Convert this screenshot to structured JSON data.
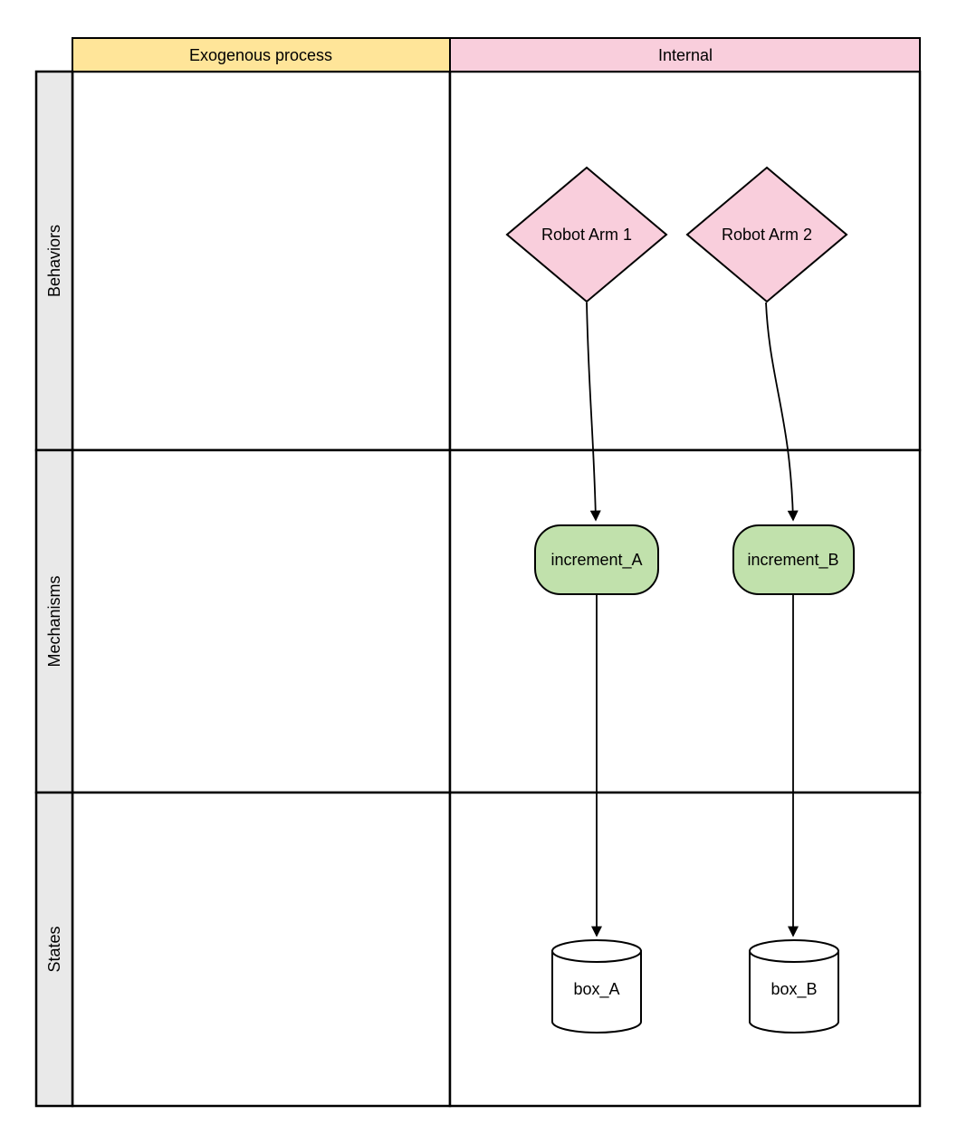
{
  "palette": {
    "header_yellow": "#FFE599",
    "pink": "#F9CEDC",
    "green": "#C1E1AC",
    "sidebar_gray": "#E9E9E9",
    "cell_white": "#FFFFFF",
    "stroke_black": "#000000"
  },
  "column_headers": [
    {
      "id": "exogenous-process",
      "label": "Exogenous process"
    },
    {
      "id": "internal",
      "label": "Internal"
    }
  ],
  "row_headers": [
    {
      "id": "behaviors",
      "label": "Behaviors"
    },
    {
      "id": "mechanisms",
      "label": "Mechanisms"
    },
    {
      "id": "states",
      "label": "States"
    }
  ],
  "nodes": {
    "robot_arm_1": {
      "label": "Robot Arm 1",
      "shape": "diamond",
      "column": "Internal",
      "row": "Behaviors"
    },
    "robot_arm_2": {
      "label": "Robot Arm 2",
      "shape": "diamond",
      "column": "Internal",
      "row": "Behaviors"
    },
    "increment_a": {
      "label": "increment_A",
      "shape": "rounded-rectangle",
      "column": "Internal",
      "row": "Mechanisms"
    },
    "increment_b": {
      "label": "increment_B",
      "shape": "rounded-rectangle",
      "column": "Internal",
      "row": "Mechanisms"
    },
    "box_a": {
      "label": "box_A",
      "shape": "cylinder",
      "column": "Internal",
      "row": "States"
    },
    "box_b": {
      "label": "box_B",
      "shape": "cylinder",
      "column": "Internal",
      "row": "States"
    }
  },
  "edges": [
    {
      "from": "Robot Arm 1",
      "to": "increment_A",
      "arrowhead": "filled-triangle"
    },
    {
      "from": "Robot Arm 2",
      "to": "increment_B",
      "arrowhead": "filled-triangle"
    },
    {
      "from": "increment_A",
      "to": "box_A",
      "arrowhead": "filled-triangle"
    },
    {
      "from": "increment_B",
      "to": "box_B",
      "arrowhead": "filled-triangle"
    }
  ]
}
